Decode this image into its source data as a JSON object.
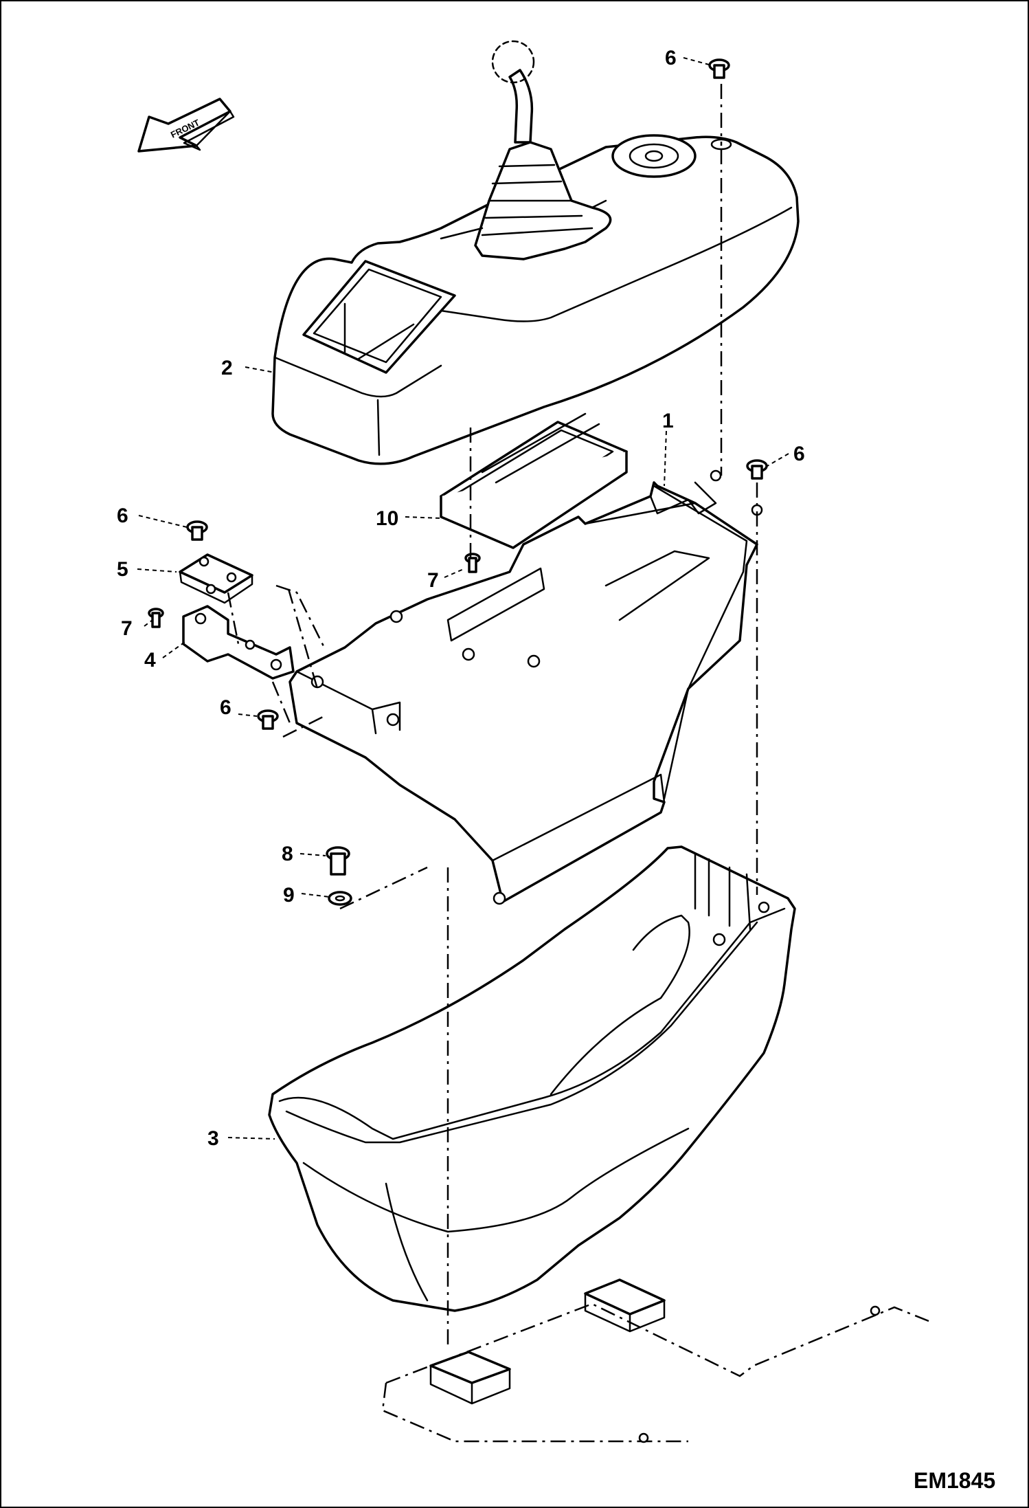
{
  "diagram": {
    "drawing_id": "EM1845",
    "front_label": "FRONT",
    "callouts": [
      {
        "id": "c6a",
        "text": "6"
      },
      {
        "id": "c2",
        "text": "2"
      },
      {
        "id": "c1",
        "text": "1"
      },
      {
        "id": "c6b",
        "text": "6"
      },
      {
        "id": "c6c",
        "text": "6"
      },
      {
        "id": "c10",
        "text": "10"
      },
      {
        "id": "c5",
        "text": "5"
      },
      {
        "id": "c7a",
        "text": "7"
      },
      {
        "id": "c7b",
        "text": "7"
      },
      {
        "id": "c4",
        "text": "4"
      },
      {
        "id": "c6d",
        "text": "6"
      },
      {
        "id": "c8",
        "text": "8"
      },
      {
        "id": "c9",
        "text": "9"
      },
      {
        "id": "c3",
        "text": "3"
      }
    ]
  }
}
